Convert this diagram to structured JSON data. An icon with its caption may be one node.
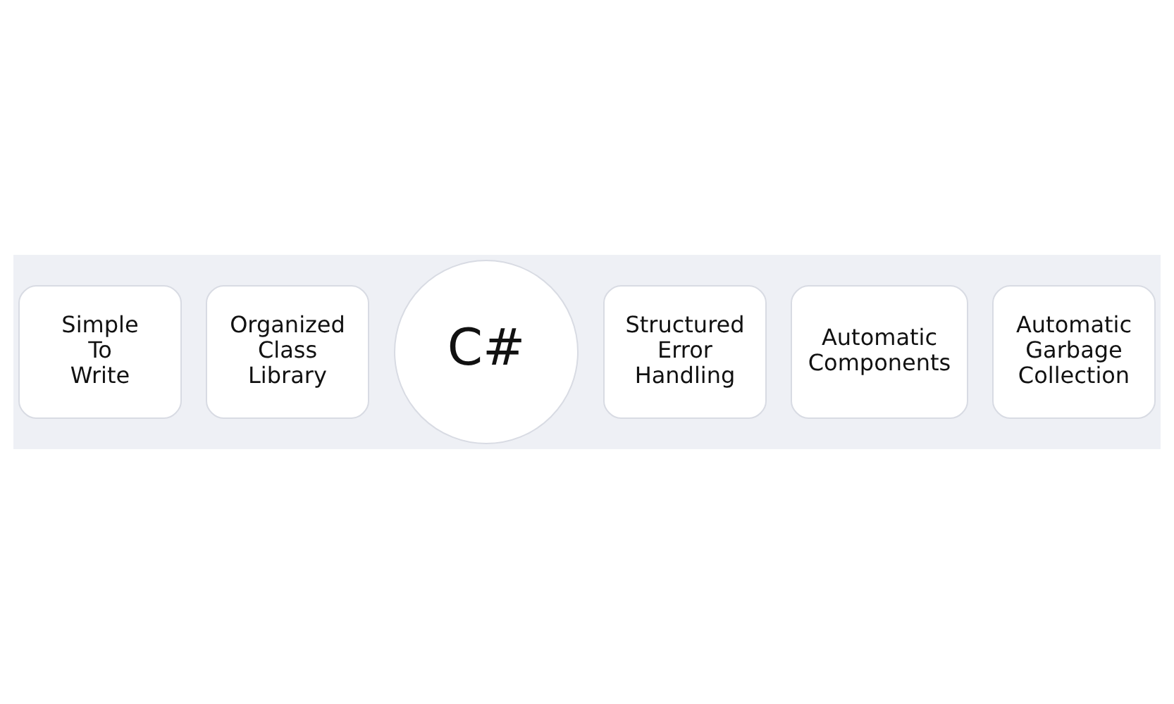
{
  "diagram": {
    "nodes": [
      {
        "text": [
          "C#"
        ]
      },
      {
        "text": [
          "Simple To Write"
        ]
      },
      {
        "text": [
          "Organized Class Library"
        ]
      },
      {
        "text": [
          "Structured Error Handling"
        ]
      },
      {
        "text": [
          "Automatic Components"
        ]
      },
      {
        "text": [
          "Automatic Garbage Collection"
        ]
      }
    ]
  }
}
